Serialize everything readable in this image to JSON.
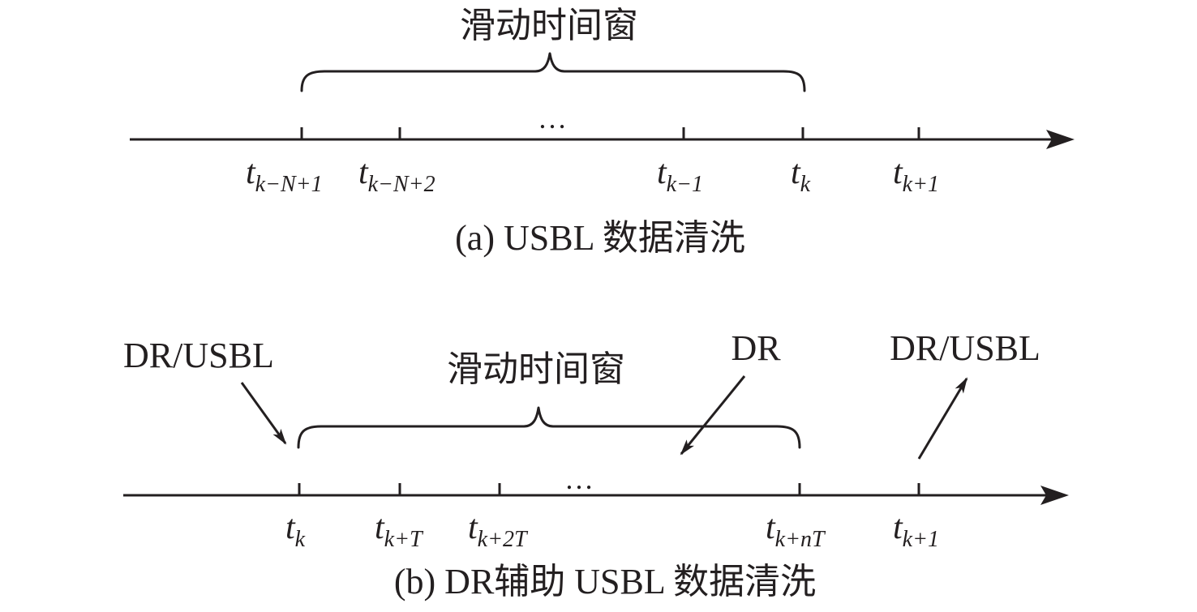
{
  "panel_a": {
    "window_label": "滑动时间窗",
    "dots": "…",
    "ticks": [
      {
        "base": "t",
        "sub": "k−N+1"
      },
      {
        "base": "t",
        "sub": "k−N+2"
      },
      {
        "base": "t",
        "sub": "k−1"
      },
      {
        "base": "t",
        "sub": "k"
      },
      {
        "base": "t",
        "sub": "k+1"
      }
    ],
    "caption": "(a) USBL 数据清洗"
  },
  "panel_b": {
    "window_label": "滑动时间窗",
    "dots": "…",
    "label_left": "DR/USBL",
    "label_mid": "DR",
    "label_right": "DR/USBL",
    "ticks": [
      {
        "base": "t",
        "sub": "k"
      },
      {
        "base": "t",
        "sub": "k+T"
      },
      {
        "base": "t",
        "sub": "k+2T"
      },
      {
        "base": "t",
        "sub": "k+nT"
      },
      {
        "base": "t",
        "sub": "k+1"
      }
    ],
    "caption": "(b) DR辅助 USBL 数据清洗"
  },
  "colors": {
    "ink": "#231f20",
    "background": "#ffffff"
  }
}
